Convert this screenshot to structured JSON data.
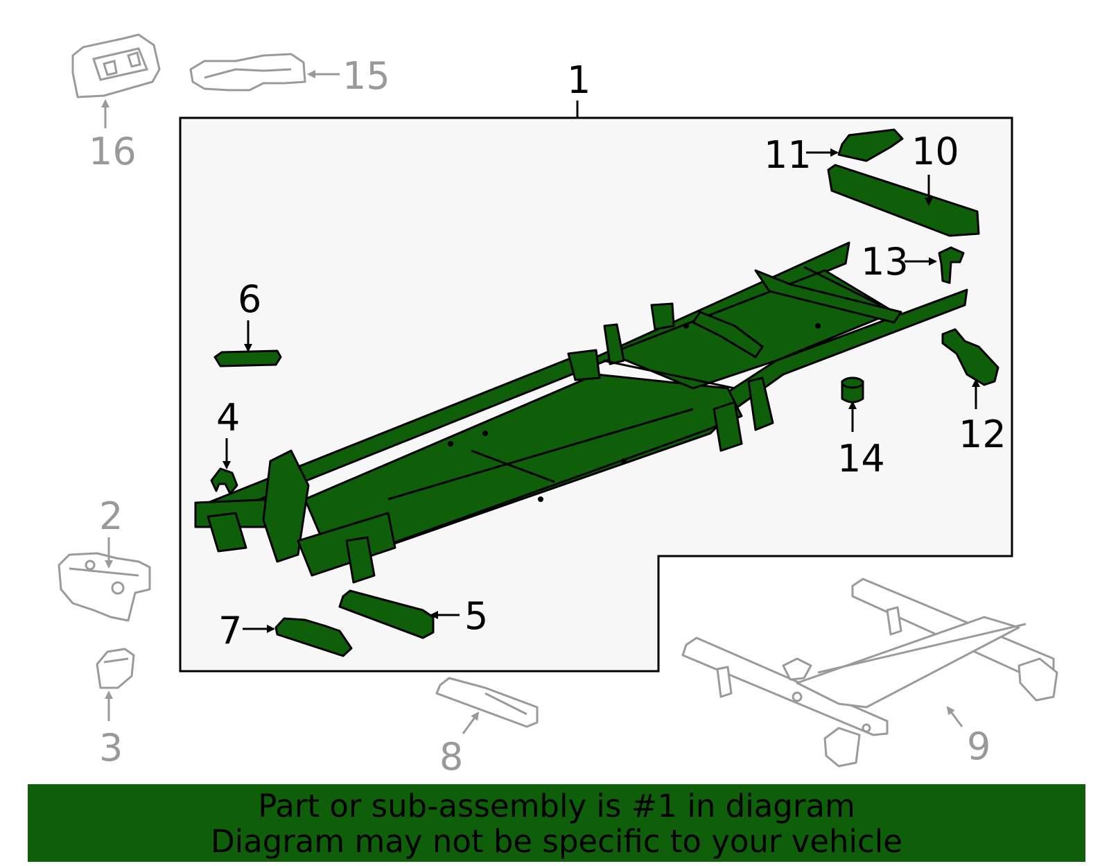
{
  "callouts": {
    "c1": "1",
    "c2": "2",
    "c3": "3",
    "c4": "4",
    "c5": "5",
    "c6": "6",
    "c7": "7",
    "c8": "8",
    "c9": "9",
    "c10": "10",
    "c11": "11",
    "c12": "12",
    "c13": "13",
    "c14": "14",
    "c15": "15",
    "c16": "16"
  },
  "banner": {
    "line1": "Part or sub-assembly is #1 in diagram",
    "line2": "Diagram may not be specific to your vehicle"
  },
  "colors": {
    "highlight": "#0f5e0a",
    "ghost": "#9a9a9a",
    "panel": "#f7f7f7"
  },
  "icons": {
    "active_part": "frame-part-green",
    "inactive_part": "frame-part-outline-grey"
  }
}
